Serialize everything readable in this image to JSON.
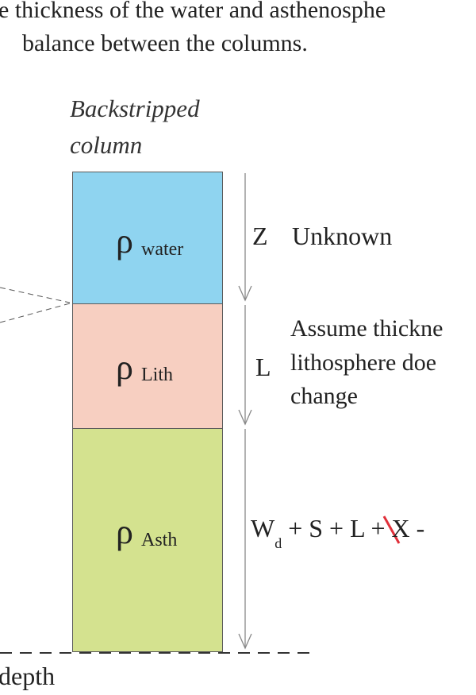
{
  "intro": {
    "line1": "e thickness of the water and asthenosphe",
    "line2": "balance between the columns."
  },
  "column": {
    "title_line1": "Backstripped",
    "title_line2": "column"
  },
  "layers": {
    "water": {
      "symbol": "ρ",
      "subscript": "water",
      "color": "#8fd4f0"
    },
    "lith": {
      "symbol": "ρ",
      "subscript": "Lith",
      "color": "#f7cfc1"
    },
    "asth": {
      "symbol": "ρ",
      "subscript": "Asth",
      "color": "#d4e28f"
    }
  },
  "labels": {
    "z": "Z",
    "z_note": "Unknown",
    "l": "L",
    "l_note_line1": "Assume thickne",
    "l_note_line2": "lithosphere doe",
    "l_note_line3": "change",
    "asth_eq": {
      "w": "W",
      "w_sub": "d",
      "plus1": " + S + ",
      "l_struck": "L",
      "rest": " + X -"
    }
  },
  "footer": {
    "depth": "depth"
  },
  "colors": {
    "strike": "#e0303a",
    "arrow": "#888888",
    "dash": "#333333"
  }
}
